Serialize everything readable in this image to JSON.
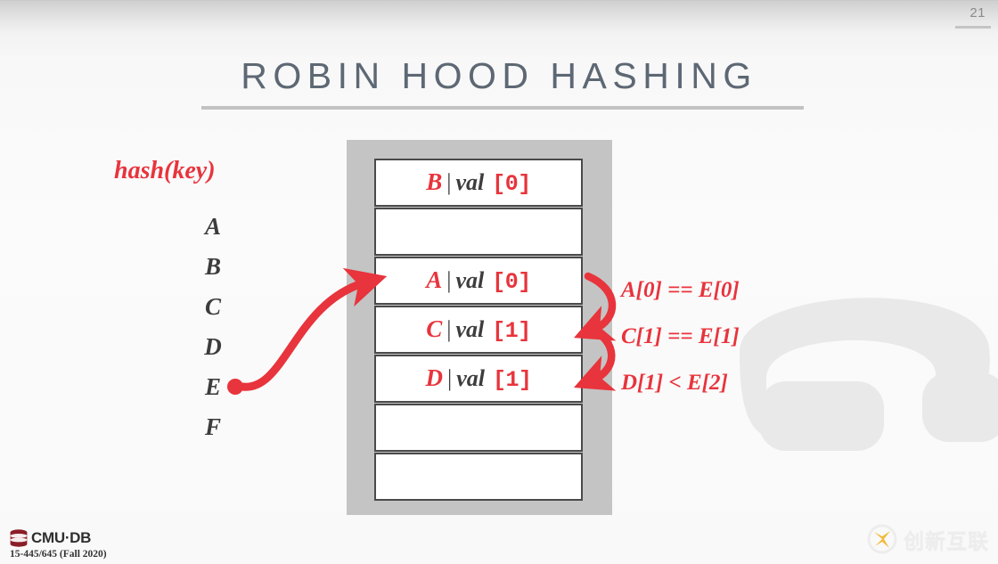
{
  "slide": {
    "title": "ROBIN HOOD HASHING",
    "page_number": "21",
    "accent_red": "#e8343c",
    "title_color": "#5d6874",
    "frame_gray": "#c4c4c4"
  },
  "left_panel": {
    "hash_label": "hash(key)",
    "keys": [
      {
        "label": "A"
      },
      {
        "label": "B"
      },
      {
        "label": "C"
      },
      {
        "label": "D"
      },
      {
        "label": "E"
      },
      {
        "label": "F"
      }
    ],
    "active_key": "E"
  },
  "hash_table": {
    "slots": [
      {
        "key": "B",
        "sep": "|",
        "value": "val",
        "index": "[0]",
        "empty": false
      },
      {
        "key": "",
        "sep": "",
        "value": "",
        "index": "",
        "empty": true
      },
      {
        "key": "A",
        "sep": "|",
        "value": "val",
        "index": "[0]",
        "empty": false
      },
      {
        "key": "C",
        "sep": "|",
        "value": "val",
        "index": "[1]",
        "empty": false
      },
      {
        "key": "D",
        "sep": "|",
        "value": "val",
        "index": "[1]",
        "empty": false
      },
      {
        "key": "",
        "sep": "",
        "value": "",
        "index": "",
        "empty": true
      },
      {
        "key": "",
        "sep": "",
        "value": "",
        "index": "",
        "empty": true
      }
    ]
  },
  "annotations": [
    {
      "text": "A[0] == E[0]"
    },
    {
      "text": "C[1] == E[1]"
    },
    {
      "text": "D[1] < E[2]"
    }
  ],
  "footer": {
    "brand": "CMU·DB",
    "course": "15-445/645 (Fall 2020)"
  },
  "watermark": {
    "text": "创新互联"
  }
}
